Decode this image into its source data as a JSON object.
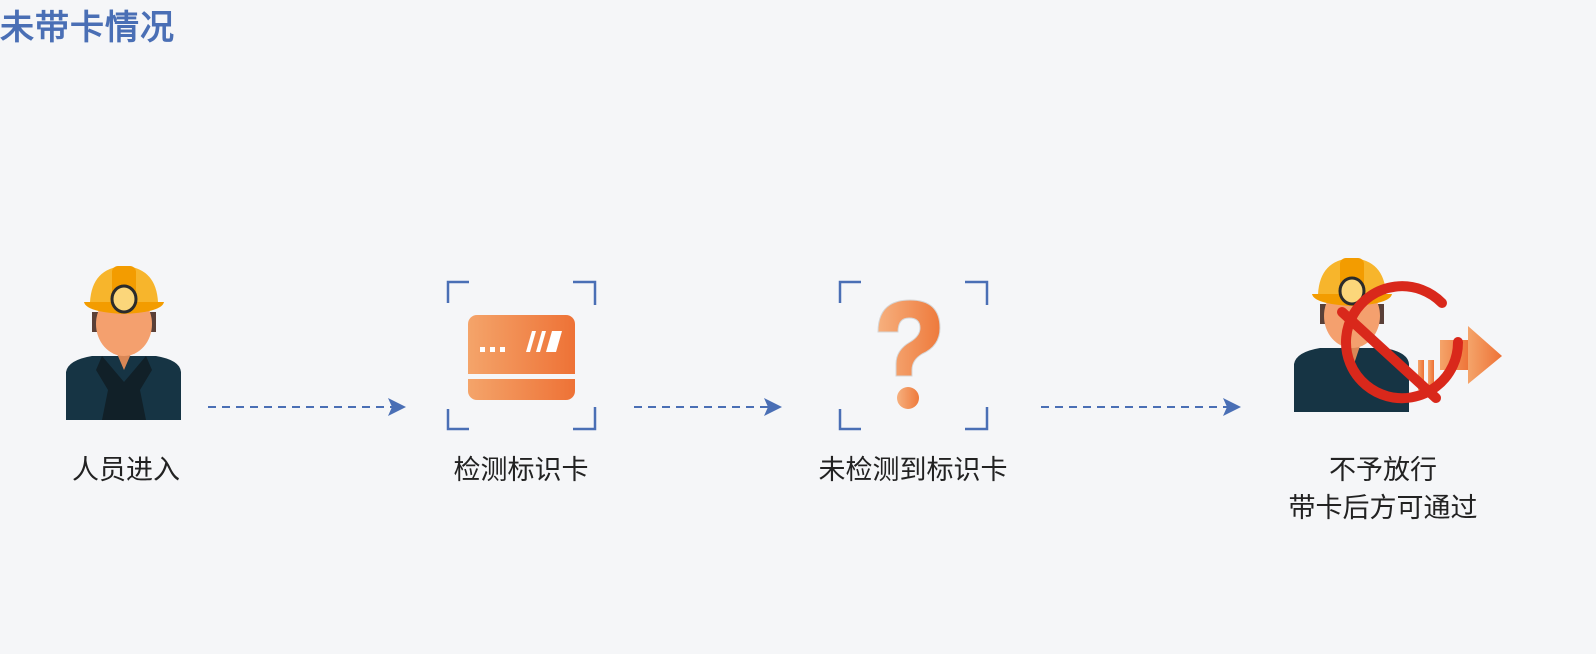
{
  "title": "未带卡情况",
  "steps": [
    {
      "label": "人员进入",
      "icon": "worker-icon"
    },
    {
      "label": "检测标识卡",
      "icon": "id-card-icon"
    },
    {
      "label": "未检测到标识卡",
      "icon": "question-mark-icon"
    },
    {
      "label_line1": "不予放行",
      "label_line2": "带卡后方可通过",
      "icon": "worker-denied-icon"
    }
  ],
  "colors": {
    "accent": "#4a6fb5",
    "orange": "#f08a3e",
    "deny_red": "#d9281b",
    "helmet": "#f7b52c",
    "suit": "#163444"
  }
}
